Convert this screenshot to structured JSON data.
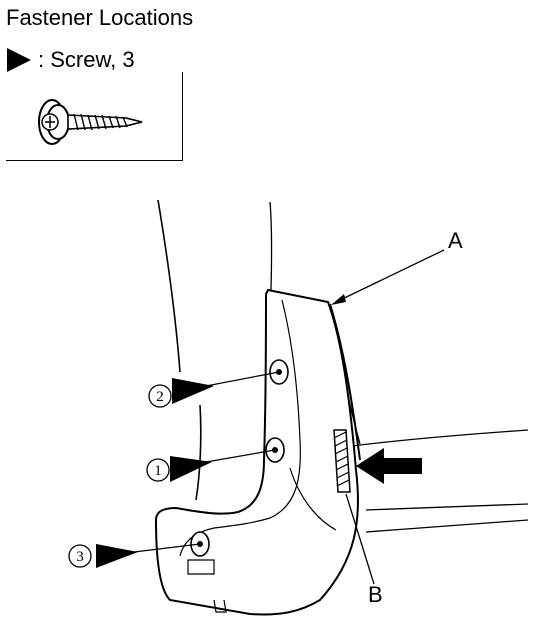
{
  "title": "Fastener Locations",
  "legend": {
    "label": ": Screw, 3",
    "icon": "screw-icon"
  },
  "callouts": {
    "a": "A",
    "b": "B"
  },
  "fasteners": [
    {
      "label": "1"
    },
    {
      "label": "2"
    },
    {
      "label": "3"
    }
  ]
}
